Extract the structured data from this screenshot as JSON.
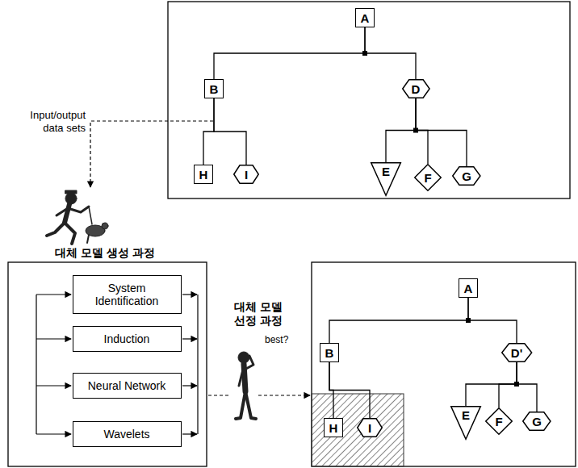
{
  "diagram": {
    "nodes": [
      {
        "text": [
          "A"
        ]
      },
      {
        "text": [
          "B"
        ]
      },
      {
        "text": [
          "D"
        ]
      },
      {
        "text": [
          "H"
        ]
      },
      {
        "text": [
          "I"
        ]
      },
      {
        "text": [
          "E"
        ]
      },
      {
        "text": [
          "F"
        ]
      },
      {
        "text": [
          "G"
        ]
      },
      {
        "text": [
          "System Identification"
        ]
      },
      {
        "text": [
          "Induction"
        ]
      },
      {
        "text": [
          "Neural Network"
        ]
      },
      {
        "text": [
          "Wavelets"
        ]
      },
      {
        "text": [
          "A"
        ]
      },
      {
        "text": [
          "B"
        ]
      },
      {
        "text": [
          "D'"
        ]
      },
      {
        "text": [
          "H"
        ]
      },
      {
        "text": [
          "I"
        ]
      },
      {
        "text": [
          "E"
        ]
      },
      {
        "text": [
          "F"
        ]
      },
      {
        "text": [
          "G"
        ]
      }
    ],
    "edges": [
      {
        "from": 0,
        "to": 1,
        "arrow": "none"
      },
      {
        "from": 0,
        "to": 2,
        "arrow": "none"
      },
      {
        "from": 1,
        "to": 3,
        "arrow": "none"
      },
      {
        "from": 1,
        "to": 4,
        "arrow": "none"
      },
      {
        "from": 2,
        "to": 5,
        "arrow": "none"
      },
      {
        "from": 2,
        "to": 6,
        "arrow": "none"
      },
      {
        "from": 2,
        "to": 7,
        "arrow": "none"
      },
      {
        "from": 12,
        "to": 13,
        "arrow": "none"
      },
      {
        "from": 12,
        "to": 14,
        "arrow": "none"
      },
      {
        "from": 13,
        "to": 15,
        "arrow": "none"
      },
      {
        "from": 13,
        "to": 16,
        "arrow": "none"
      },
      {
        "from": 14,
        "to": 17,
        "arrow": "none"
      },
      {
        "from": 14,
        "to": 18,
        "arrow": "none"
      },
      {
        "from": 14,
        "to": 19,
        "arrow": "none"
      }
    ],
    "labels": [
      "Input/output data sets",
      "대체 모델 생성 과정",
      "대체 모델 선정 과정",
      "best?"
    ]
  }
}
